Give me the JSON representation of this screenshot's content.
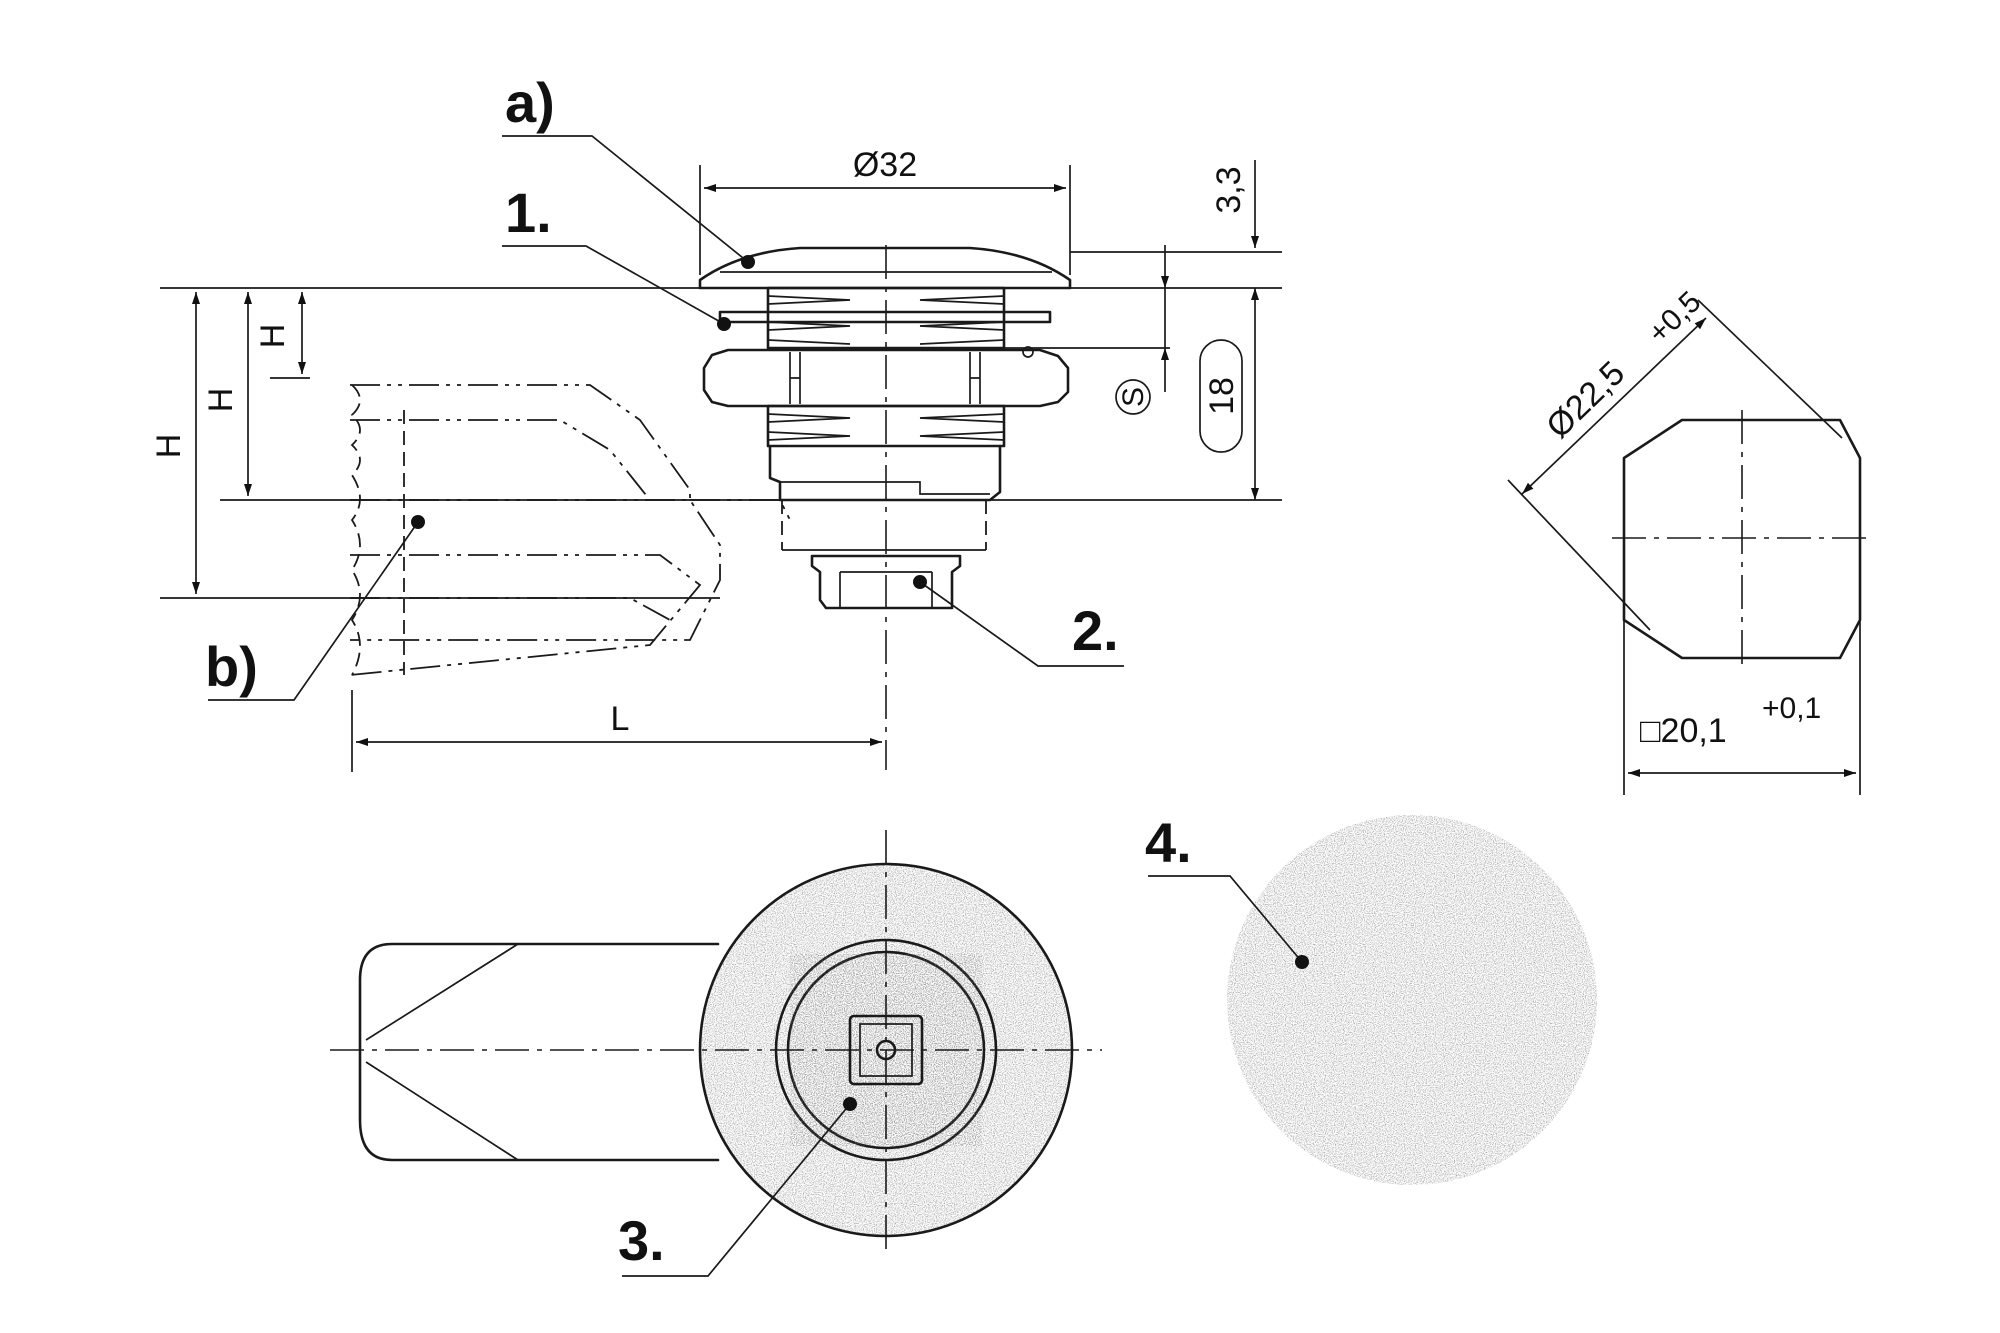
{
  "labels": {
    "a": "a)",
    "b": "b)",
    "one": "1.",
    "two": "2.",
    "three": "3.",
    "four": "4."
  },
  "dimensions": {
    "diameter_flange": "Ø32",
    "flange_height": "3,3",
    "thread_length": "18",
    "s_symbol": "S",
    "height": "H",
    "length": "L",
    "diameter_thread": "Ø22,5",
    "diameter_tolerance": "+0,5",
    "flat": "□20,1",
    "flat_tolerance": "+0,1"
  }
}
